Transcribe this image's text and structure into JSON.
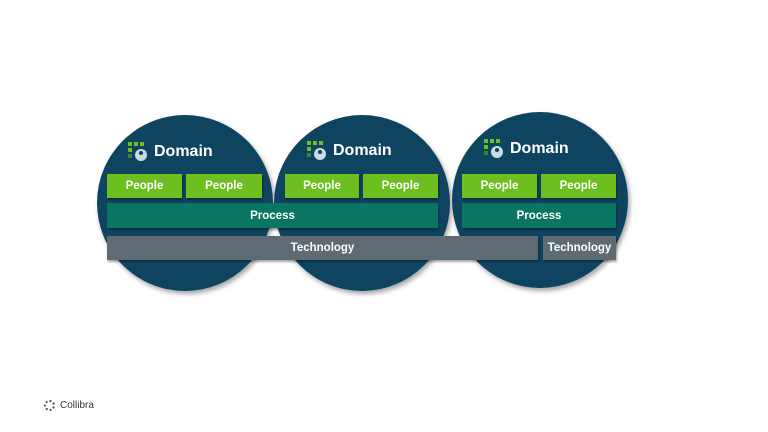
{
  "domains": [
    {
      "title": "Domain",
      "people": [
        "People",
        "People"
      ]
    },
    {
      "title": "Domain",
      "people": [
        "People",
        "People"
      ]
    },
    {
      "title": "Domain",
      "people": [
        "People",
        "People"
      ]
    }
  ],
  "process": [
    "Process",
    "Process"
  ],
  "technology": [
    "Technology",
    "Technology"
  ],
  "brand": "Collibra",
  "colors": {
    "circle": "#0f4461",
    "people": "#6cbf1f",
    "process": "#0a7560",
    "technology": "#5f6b73"
  }
}
